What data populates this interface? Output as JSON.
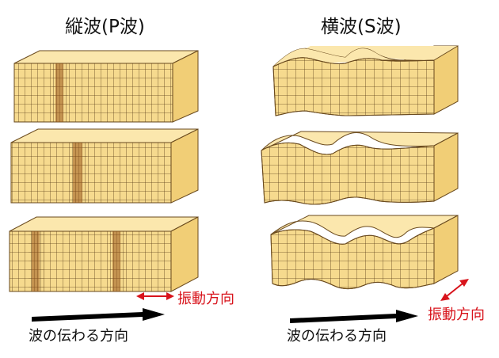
{
  "titles": {
    "left": "縦波(P波)",
    "right": "横波(S波)"
  },
  "labels": {
    "vibration_direction": "振動方向",
    "wave_propagation_direction": "波の伝わる方向"
  },
  "colors": {
    "block_face": "#f6da8e",
    "block_top": "#fbe7ad",
    "block_side": "#f1ce76",
    "grid_line": "#5b3f1a",
    "compression_band": "#9a5a1e",
    "vibration_arrow": "#d8141c",
    "propagation_arrow": "#000000"
  }
}
